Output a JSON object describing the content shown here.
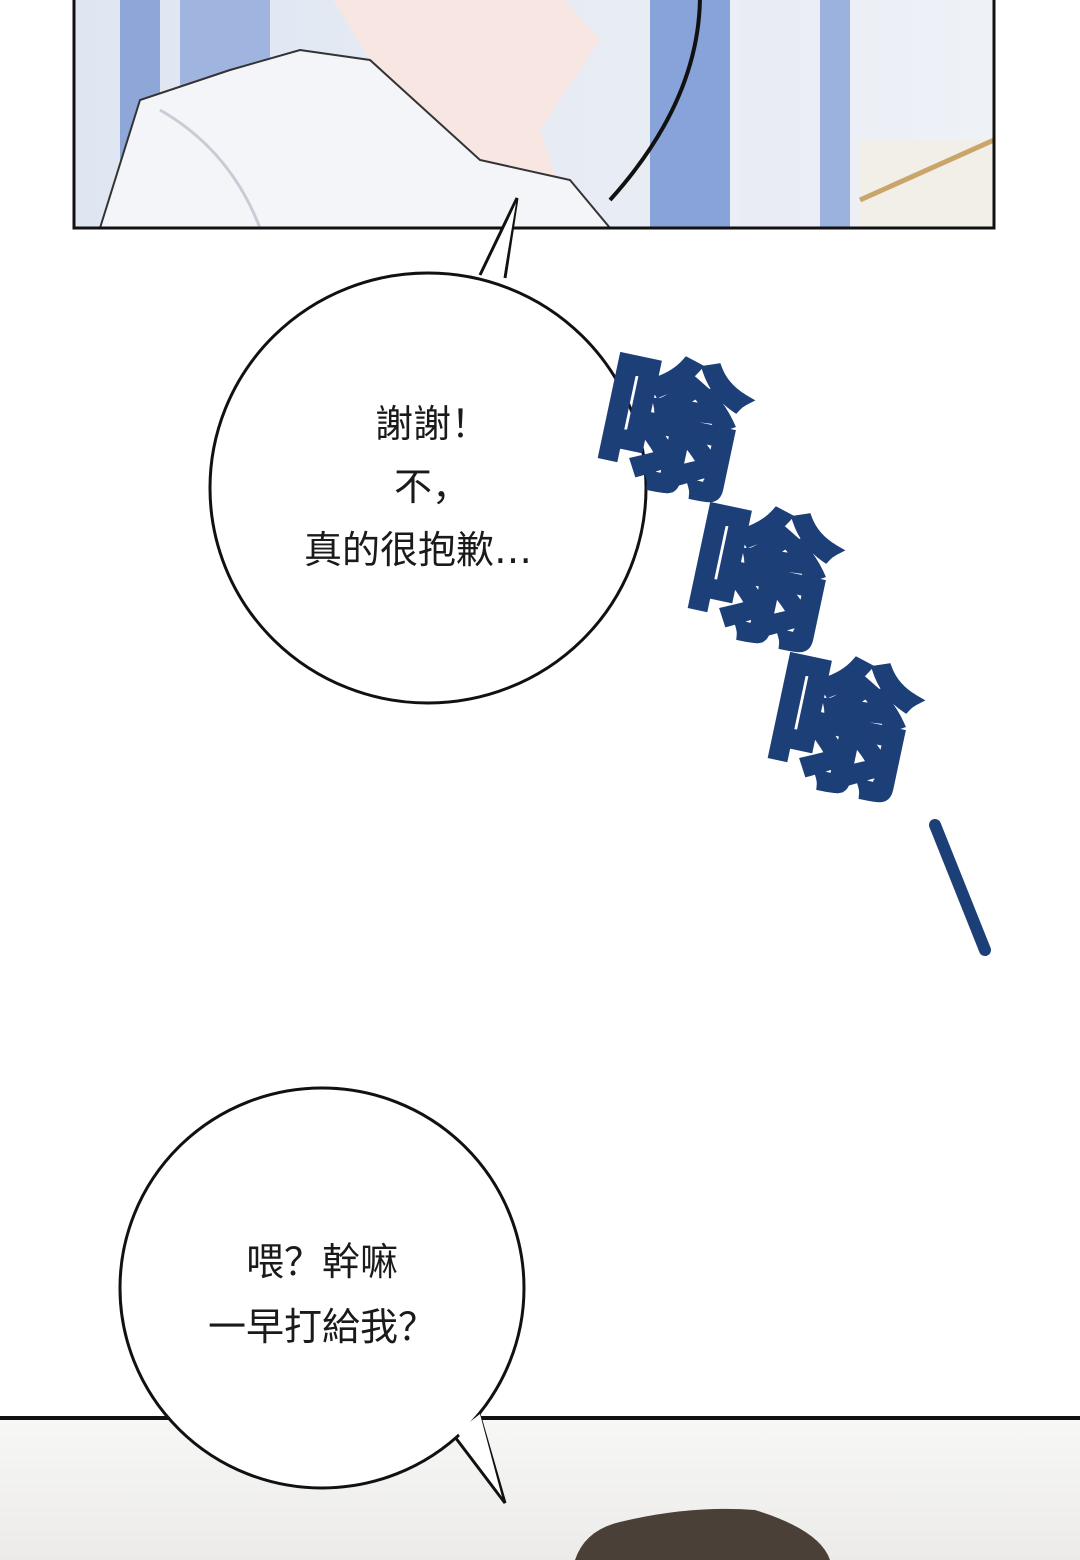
{
  "bubble_top": {
    "lines": [
      "謝謝！",
      "不，",
      "真的很抱歉…"
    ]
  },
  "sound_effect": {
    "chars": [
      "嗡",
      "嗡",
      "嗡"
    ],
    "dash": "—",
    "color": "#1d3f78"
  },
  "bubble_bottom": {
    "lines": [
      "喂？幹嘛",
      "一早打給我？"
    ]
  }
}
